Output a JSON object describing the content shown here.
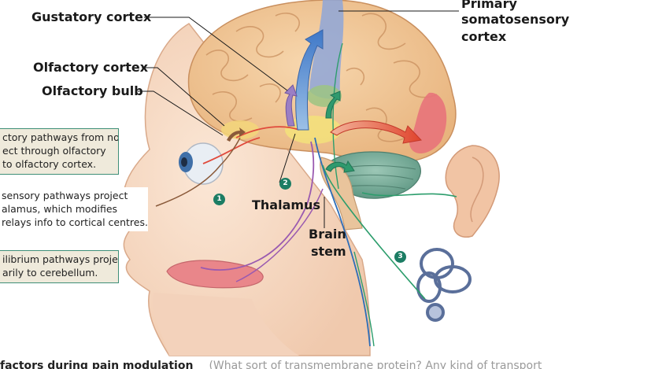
{
  "labels": {
    "gustatory_cortex": "Gustatory cortex",
    "olfactory_cortex": "Olfactory cortex",
    "olfactory_bulb": "Olfactory bulb",
    "primary_somatosensory": [
      "Primary",
      "somatosensory",
      "cortex"
    ],
    "thalamus": "Thalamus",
    "brain_stem": [
      "Brain",
      "stem"
    ]
  },
  "callouts": [
    {
      "number": "1",
      "lines": [
        "ctory pathways from nose",
        "ect through olfactory",
        "to olfactory cortex."
      ]
    },
    {
      "number": "2",
      "lines": [
        "sensory pathways project",
        "alamus, which modifies",
        "relays info to cortical centres."
      ]
    },
    {
      "number": "3",
      "lines": [
        "ilibrium pathways project",
        "arily to cerebellum."
      ]
    }
  ],
  "footer": {
    "bold_text": "factors during pain modulation",
    "gray_text": "(What sort of transmembrane protein? Any kind of transport"
  },
  "colors": {
    "callout_border": "#3f8f78",
    "callout_fill": "#efeadb",
    "badge": "#1c7d64",
    "somatosensory_band": "#8ea6d8",
    "visual_area": "#e8737a",
    "cerebellum": "#6fa896"
  }
}
